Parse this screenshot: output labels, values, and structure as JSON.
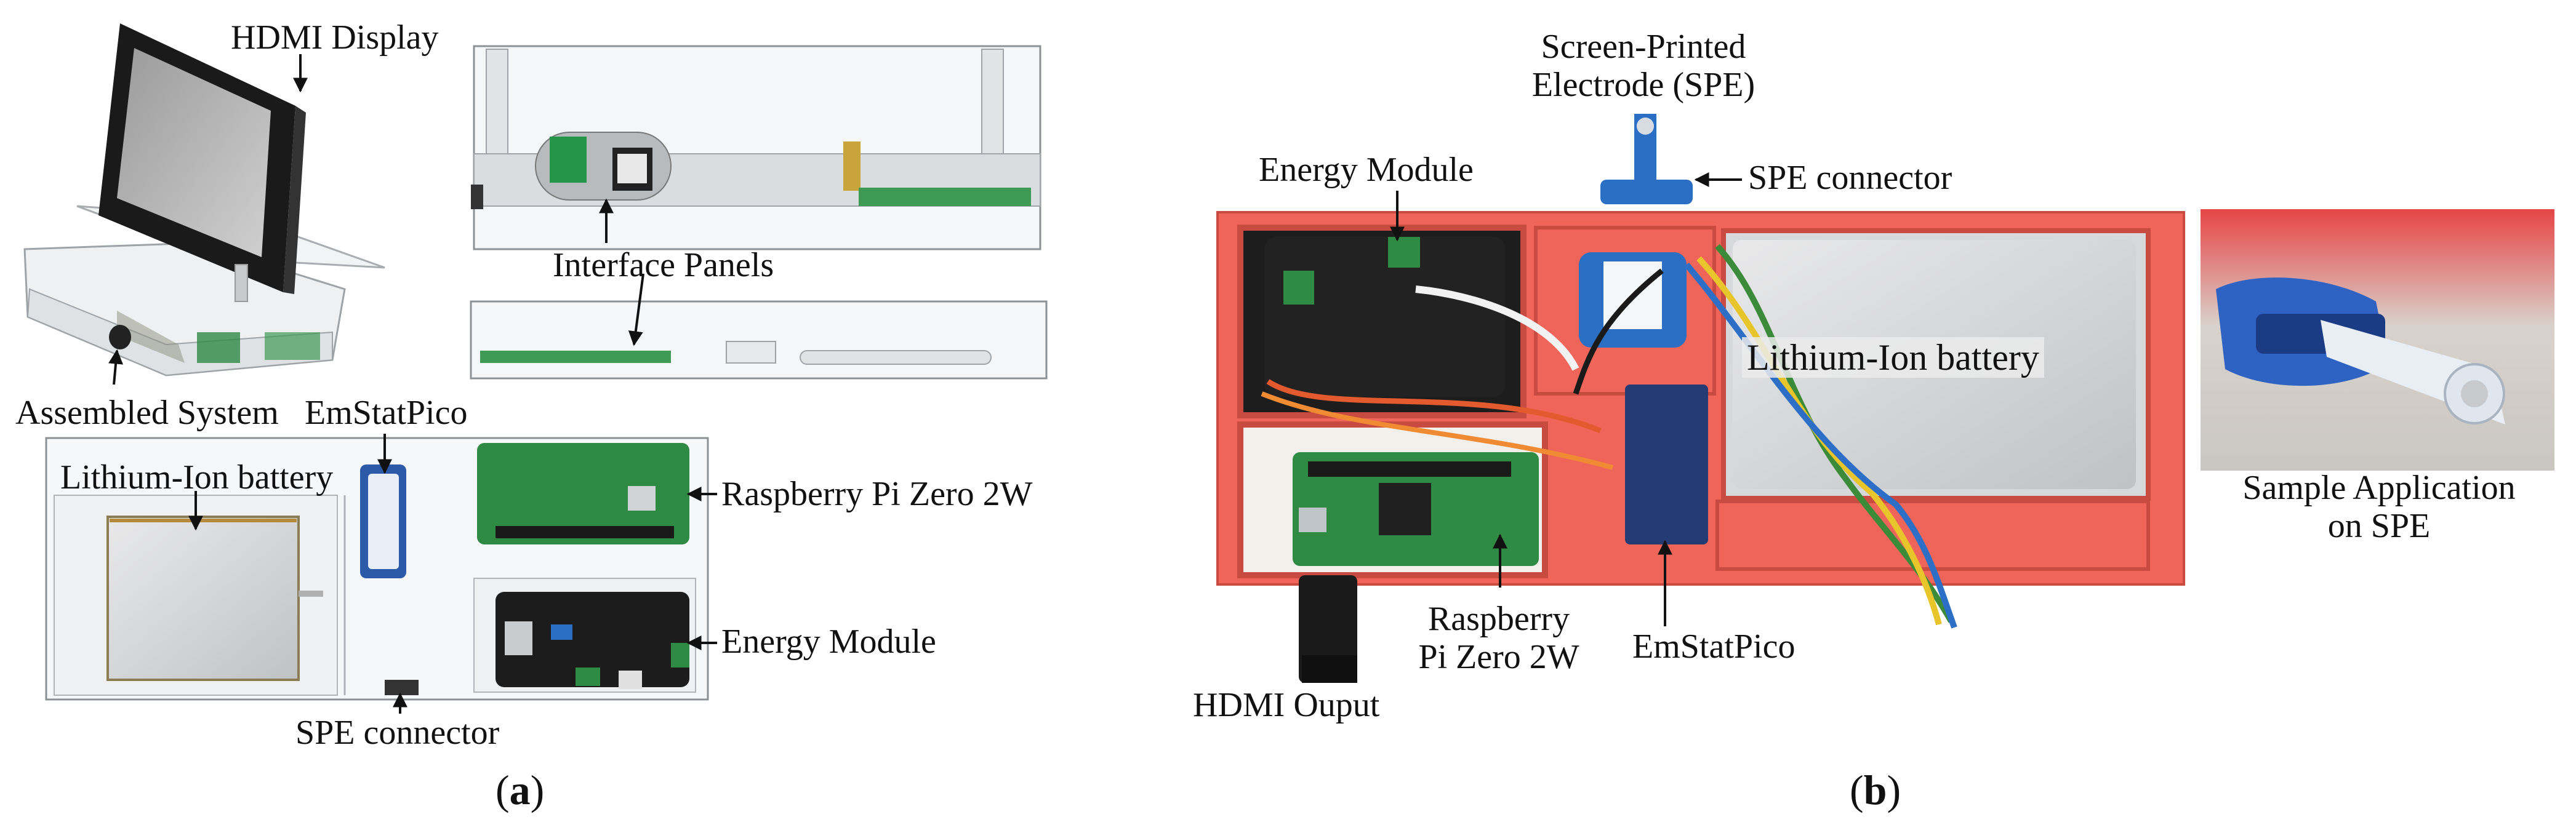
{
  "panel_a": {
    "labels": {
      "hdmi_display": "HDMI Display",
      "interface_panels": "Interface Panels",
      "assembled_system": "Assembled System",
      "emstatpico": "EmStatPico",
      "lithium_ion_battery": "Lithium-Ion battery",
      "raspberry_pi": "Raspberry Pi Zero 2W",
      "energy_module": "Energy Module",
      "spe_connector": "SPE connector"
    },
    "caption": {
      "open": "(",
      "letter": "a",
      "close": ")"
    }
  },
  "panel_b": {
    "labels": {
      "spe_line1": "Screen-Printed",
      "spe_line2": "Electrode (SPE)",
      "energy_module": "Energy Module",
      "spe_connector": "SPE connector",
      "lithium_ion_battery": "Lithium-Ion battery",
      "raspberry_line1": "Raspberry",
      "raspberry_line2": "Pi Zero 2W",
      "emstatpico": "EmStatPico",
      "hdmi_output": "HDMI Ouput",
      "sample_line1": "Sample Application",
      "sample_line2": "on SPE"
    },
    "caption": {
      "open": "(",
      "letter": "b",
      "close": ")"
    }
  },
  "colors": {
    "case_red": "#f0655a",
    "pcb_green": "#2f8a44",
    "pcb_black": "#1c1c1c",
    "connector_blue": "#2a6fc4",
    "battery_silver": "#d6d8da",
    "cad_gray": "#b9bcbf"
  }
}
